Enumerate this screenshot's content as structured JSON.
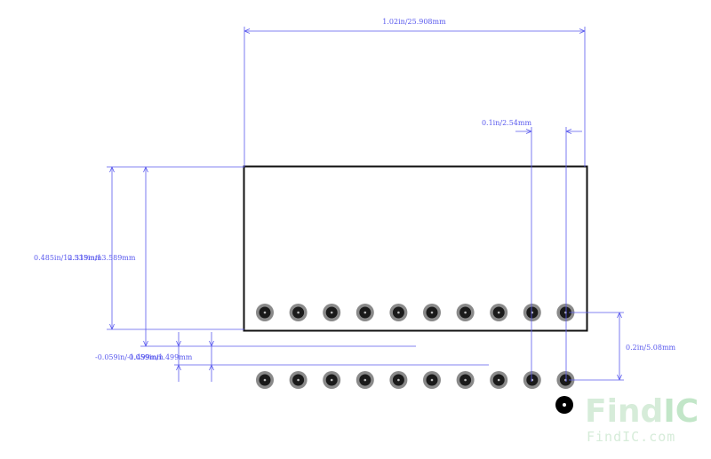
{
  "colors": {
    "dimension": "#5a5aee",
    "outline": "#111111",
    "pin_ring": "#8a8a8a",
    "pin_core": "#1a1a1a",
    "watermark": "#d6ecd9",
    "watermark_accent": "#c2e6c8"
  },
  "dimensions": {
    "width": "1.02in/25.908mm",
    "pitch": "0.1in/2.54mm",
    "row_spacing": "0.2in/5.08mm",
    "height_a": "0.485in/12.319mm",
    "height_b": "0.535in/13.589mm",
    "offset_a": "-0.059in/-1.499mm",
    "offset_b": "0.059in/1.499mm"
  },
  "pins": {
    "count_per_row": 10
  },
  "watermark": {
    "brand_main": "Find",
    "brand_accent": "IC",
    "url": "FindIC.com"
  }
}
